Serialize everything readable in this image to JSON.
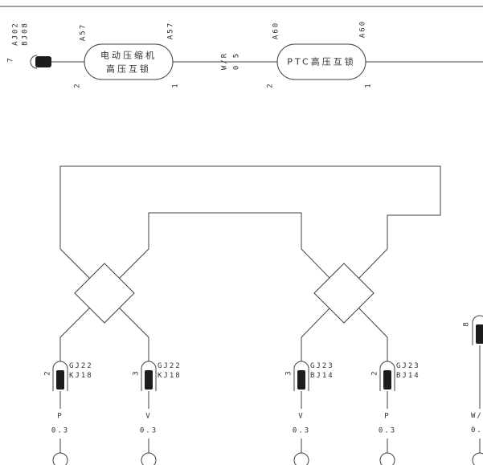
{
  "colors": {
    "line": "#3f3f3f",
    "terminal_fill": "#1c1c1c",
    "background": "#ffffff"
  },
  "top_section": {
    "left_connector": {
      "pin": "7",
      "code_line1": "AJ02",
      "code_line2": "BJ08"
    },
    "compressor_box": {
      "text_line1": "电动压缩机",
      "text_line2": "高压互锁",
      "terminal_label_left": "A57",
      "terminal_label_right": "A57",
      "pin_left": "2",
      "pin_right": "1"
    },
    "wire_label": {
      "color": "W/R",
      "gauge": "0.5"
    },
    "ptc_box": {
      "text": "PTC高压互锁",
      "terminal_label_left": "A60",
      "terminal_label_right": "A60",
      "pin_left": "2",
      "pin_right": "1"
    }
  },
  "connectors": [
    {
      "pin": "2",
      "code_line1": "GJ22",
      "code_line2": "KJ18",
      "wire_color": "P",
      "wire_gauge": "0.3"
    },
    {
      "pin": "3",
      "code_line1": "GJ22",
      "code_line2": "KJ18",
      "wire_color": "V",
      "wire_gauge": "0.3"
    },
    {
      "pin": "3",
      "code_line1": "GJ23",
      "code_line2": "BJ14",
      "wire_color": "V",
      "wire_gauge": "0.3"
    },
    {
      "pin": "2",
      "code_line1": "GJ23",
      "code_line2": "BJ14",
      "wire_color": "P",
      "wire_gauge": "0.3"
    }
  ],
  "right_edge_connector": {
    "pin": "8",
    "wire_color": "W/",
    "wire_gauge": "0."
  }
}
